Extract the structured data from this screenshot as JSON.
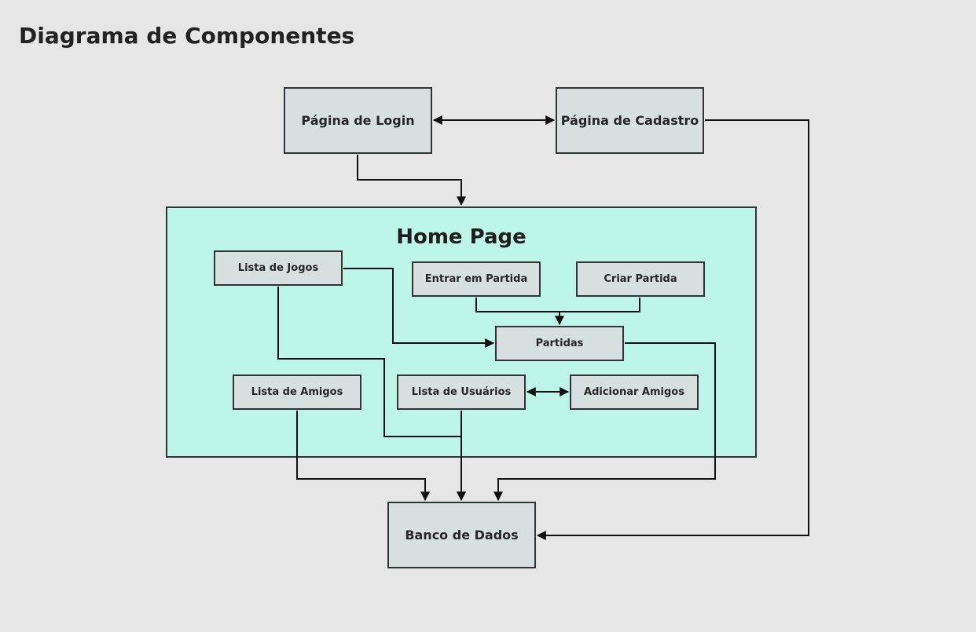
{
  "title": "Diagrama de Componentes",
  "group": {
    "label": "Home Page"
  },
  "nodes": {
    "login": "Página de Login",
    "cadastro": "Página de Cadastro",
    "lista_jogos": "Lista de Jogos",
    "entrar_partida": "Entrar em Partida",
    "criar_partida": "Criar Partida",
    "partidas": "Partidas",
    "lista_amigos": "Lista de Amigos",
    "lista_usuarios": "Lista de Usuários",
    "adicionar_amigos": "Adicionar Amigos",
    "banco_dados": "Banco de Dados"
  },
  "edges": [
    {
      "from": "Página de Login",
      "to": "Página de Cadastro",
      "direction": "both"
    },
    {
      "from": "Página de Login",
      "to": "Home Page",
      "direction": "forward"
    },
    {
      "from": "Página de Cadastro",
      "to": "Banco de Dados",
      "direction": "forward"
    },
    {
      "from": "Lista de Jogos",
      "to": "Partidas",
      "direction": "forward"
    },
    {
      "from": "Lista de Jogos",
      "to": "Banco de Dados",
      "direction": "forward"
    },
    {
      "from": "Entrar em Partida",
      "to": "Partidas",
      "direction": "forward"
    },
    {
      "from": "Criar Partida",
      "to": "Partidas",
      "direction": "forward"
    },
    {
      "from": "Partidas",
      "to": "Banco de Dados",
      "direction": "forward"
    },
    {
      "from": "Lista de Amigos",
      "to": "Banco de Dados",
      "direction": "forward"
    },
    {
      "from": "Lista de Usuários",
      "to": "Adicionar Amigos",
      "direction": "both"
    },
    {
      "from": "Lista de Usuários",
      "to": "Banco de Dados",
      "direction": "forward"
    }
  ]
}
